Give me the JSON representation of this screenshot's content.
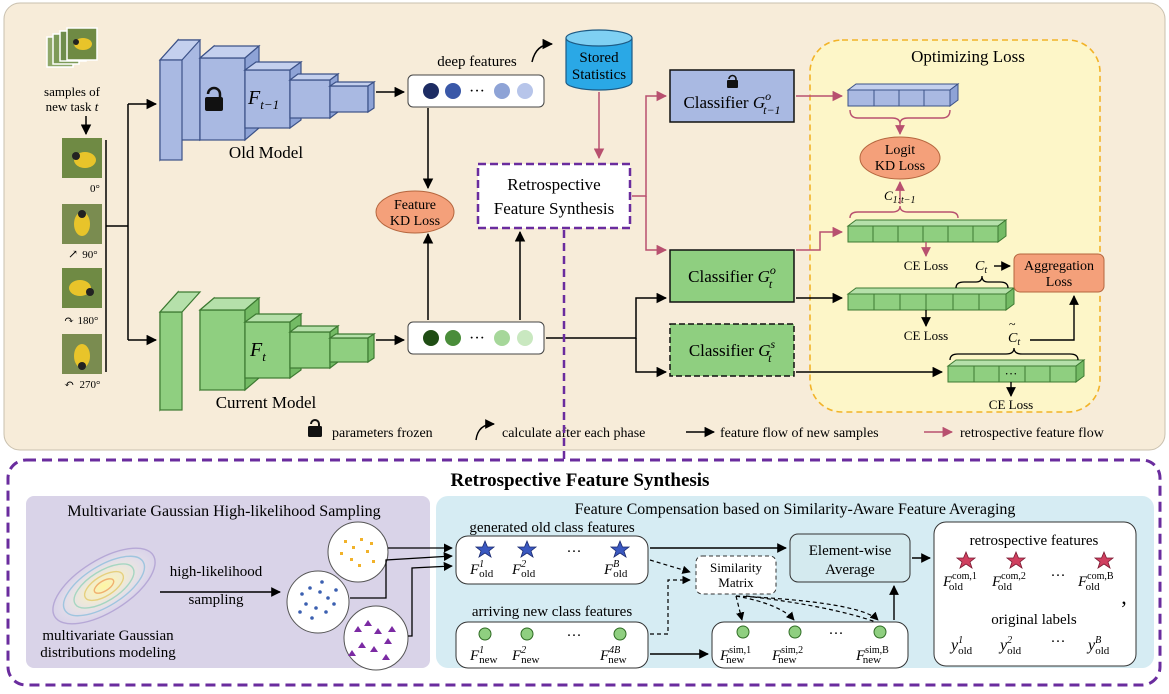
{
  "input": {
    "samples_label_1": "samples of",
    "samples_label_2": "new task ",
    "task_var": "t",
    "rotations": [
      "0°",
      "90°",
      "180°",
      "270°"
    ]
  },
  "models": {
    "old_label": "Old Model",
    "current_label": "Current Model",
    "old_backbone_symbol": "F",
    "old_backbone_sub": "t−1",
    "current_backbone_symbol": "F",
    "current_backbone_sub": "t"
  },
  "features": {
    "deep_features_label": "deep features",
    "ellipsis": "···",
    "stored_statistics_line1": "Stored",
    "stored_statistics_line2": "Statistics",
    "feature_kd_line1": "Feature",
    "feature_kd_line2": "KD Loss",
    "rfs_line1": "Retrospective",
    "rfs_line2": "Feature Synthesis"
  },
  "classifiers": {
    "prefix": "Classifier ",
    "old_symbol": "G",
    "old_sup": "o",
    "old_sub": "t−1",
    "new_symbol": "G",
    "new_sup": "o",
    "new_sub": "t",
    "self_symbol": "G",
    "self_sup": "s",
    "self_sub": "t"
  },
  "optimizing": {
    "title": "Optimizing Loss",
    "logit_kd_line1": "Logit",
    "logit_kd_line2": "KD Loss",
    "c_label": "C",
    "c_sub_old": "1:t−1",
    "c_sub_t": "t",
    "c_tilde_sub": "t",
    "ce_loss": "CE Loss",
    "aggregation_line1": "Aggregation",
    "aggregation_line2": "Loss"
  },
  "legend": {
    "frozen": "parameters frozen",
    "calculate": "calculate after each phase",
    "feature_flow": "feature flow of new samples",
    "retro_flow": "retrospective feature flow"
  },
  "rfs_panel": {
    "title": "Retrospective Feature Synthesis",
    "sampling_title": "Multivariate  Gaussian High-likelihood Sampling",
    "hl_line1": "high-likelihood",
    "hl_line2": "sampling",
    "mvg_line1": "multivariate  Gaussian",
    "mvg_line2": "distributions modeling",
    "comp_title": "Feature Compensation based on Similarity-Aware Feature Averaging",
    "generated_label": "generated old class features",
    "arriving_label": "arriving new class features",
    "similarity_line1": "Similarity",
    "similarity_line2": "Matrix",
    "elementwise_line1": "Element-wise",
    "elementwise_line2": "Average",
    "retro_features_label": "retrospective features",
    "original_labels_label": "original labels",
    "comma": ",",
    "f_symbol": "F",
    "old_sub": "old",
    "new_sub": "new",
    "gen_sups": [
      "1",
      "2",
      "B"
    ],
    "new_sups": [
      "1",
      "2",
      "4B"
    ],
    "sim_sups": [
      "sim,1",
      "sim,2",
      "sim,B"
    ],
    "com_sups": [
      "com,1",
      "com,2",
      "com,B"
    ],
    "y_symbol": "y",
    "y_sups": [
      "1",
      "2",
      "B"
    ]
  },
  "colors": {
    "top_bg": "#f7ecd9",
    "old_blue": "#a9b9e2",
    "new_green": "#8fcf80",
    "rfs_purple": "#6a2c9e",
    "opt_yellow": "#fdf6c8",
    "opt_border": "#f2b328",
    "loss_orange": "#f4a07a",
    "retro_arrow": "#b8506f",
    "bottom_left_bg": "#d9d3e8",
    "bottom_right_bg": "#d6ecf3"
  }
}
